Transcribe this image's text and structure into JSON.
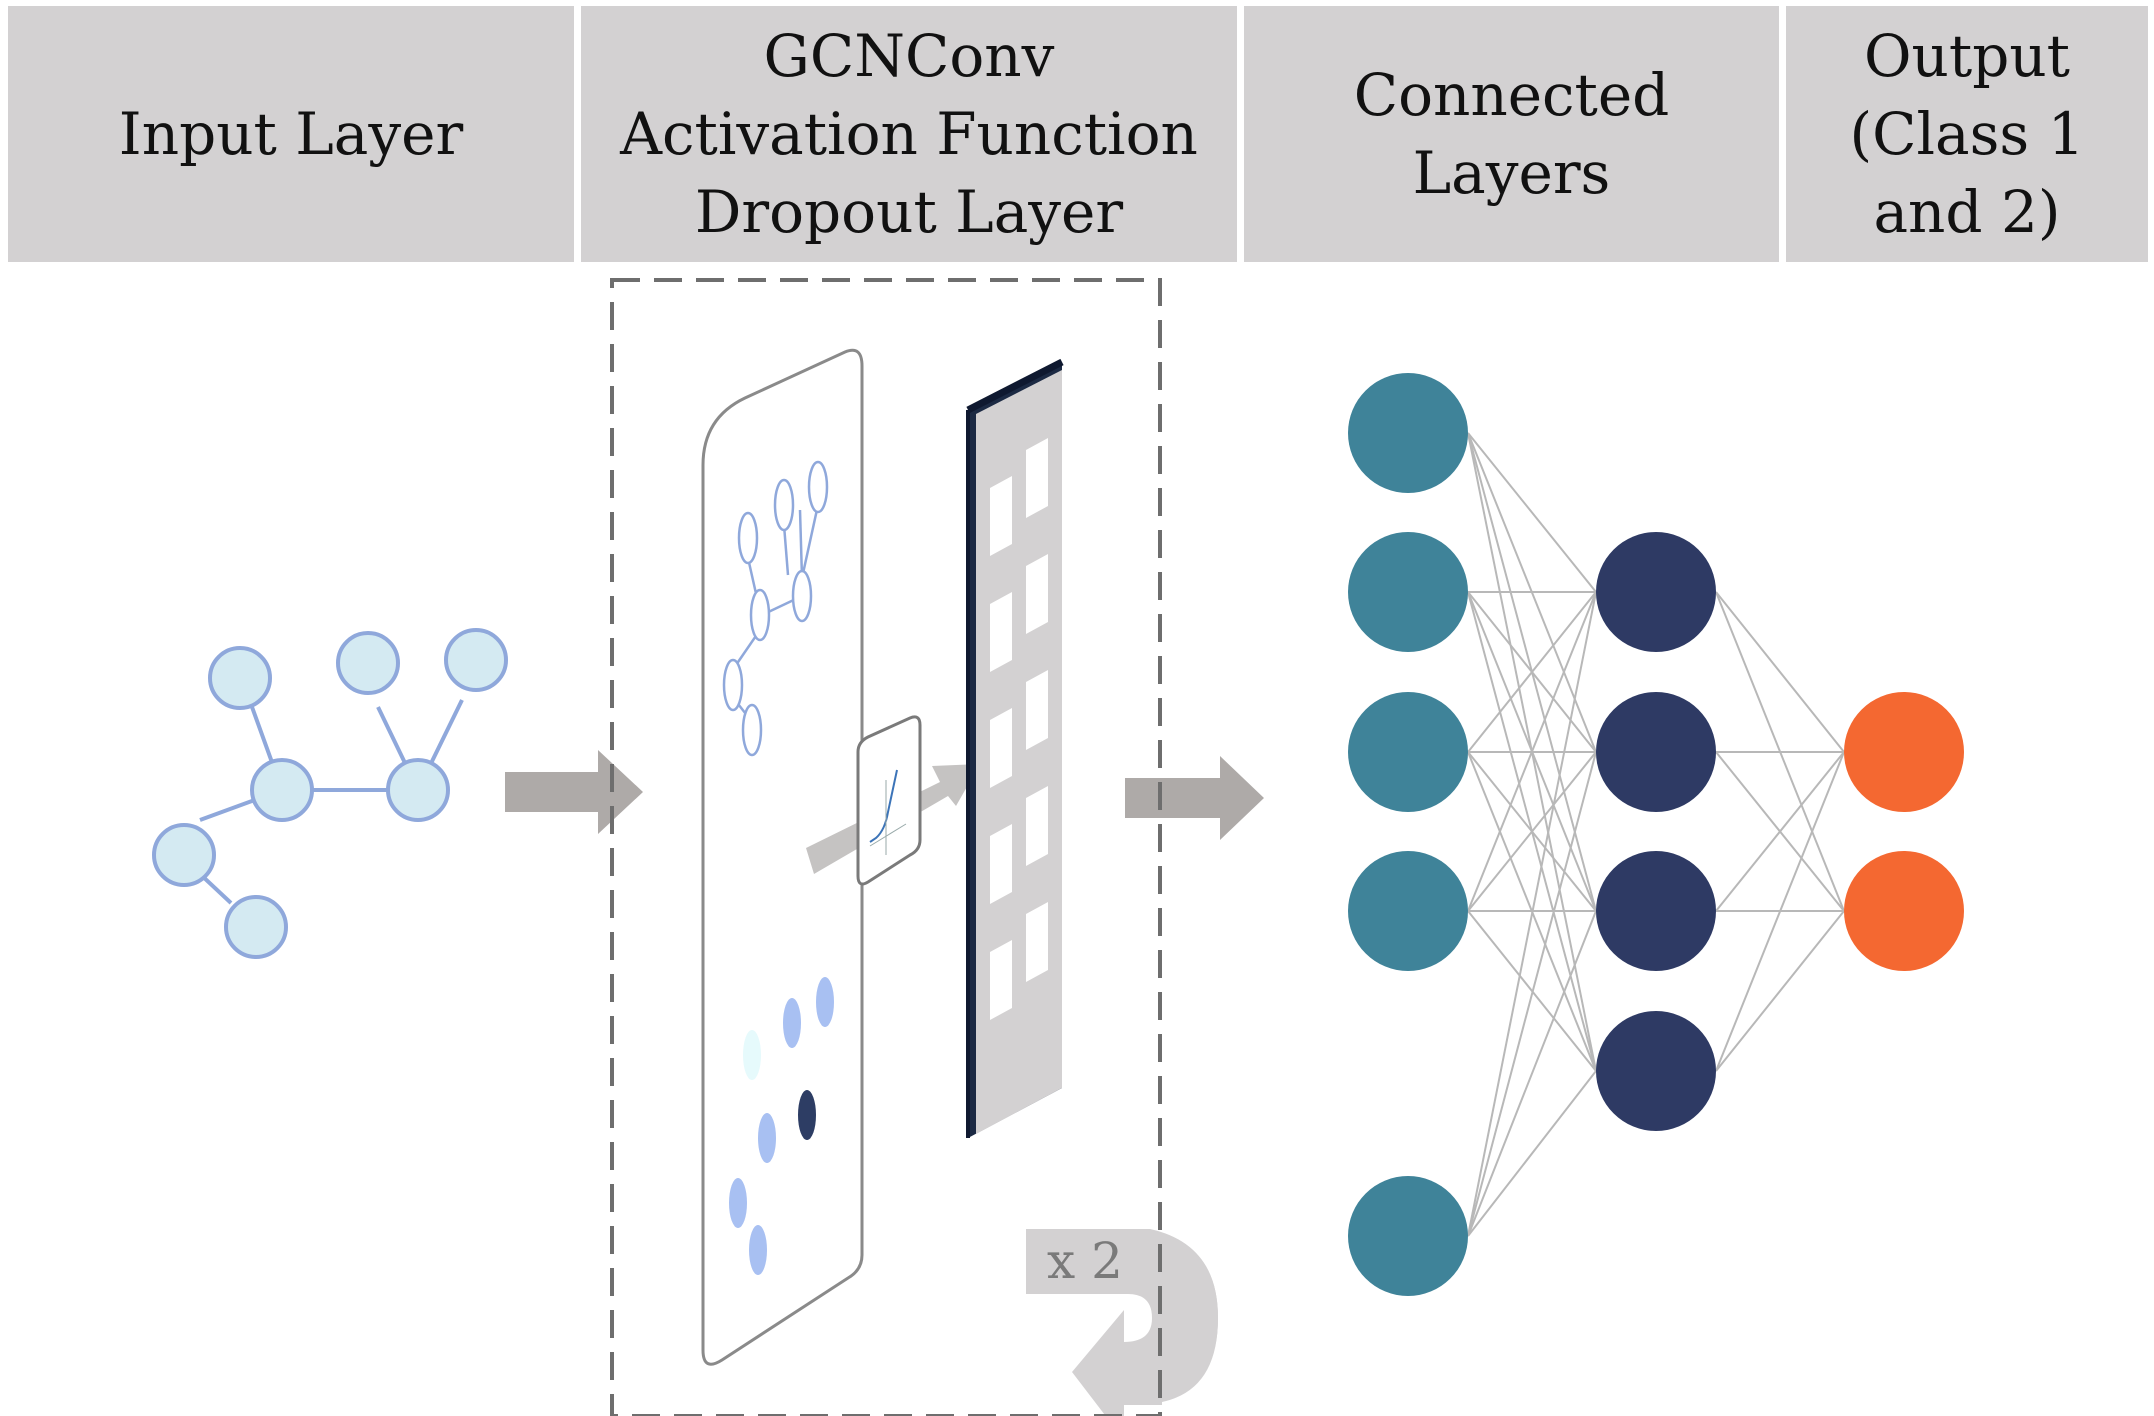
{
  "headers": {
    "input": {
      "lines": [
        "Input Layer"
      ]
    },
    "gcn": {
      "lines": [
        "GCNConv",
        "Activation Function",
        "Dropout Layer"
      ]
    },
    "connected": {
      "lines": [
        "Connected",
        "Layers"
      ]
    },
    "output": {
      "lines": [
        "Output",
        "(Class 1",
        "and 2)"
      ]
    }
  },
  "repeat_label": "x 2",
  "colors": {
    "header_bg": "#d3d1d2",
    "graph_node_fill": "#d4eaf2",
    "graph_node_stroke": "#8fa8db",
    "input_neuron": "#3f8399",
    "hidden_neuron": "#2e3a64",
    "output_neuron": "#f46831",
    "arrow": "#aeaaa8",
    "dashed_box": "#6e6e6e"
  },
  "icons": [
    "graph-icon",
    "gcn-plane-icon",
    "activation-icon",
    "dropout-layer-icon",
    "loop-arrow-icon"
  ]
}
